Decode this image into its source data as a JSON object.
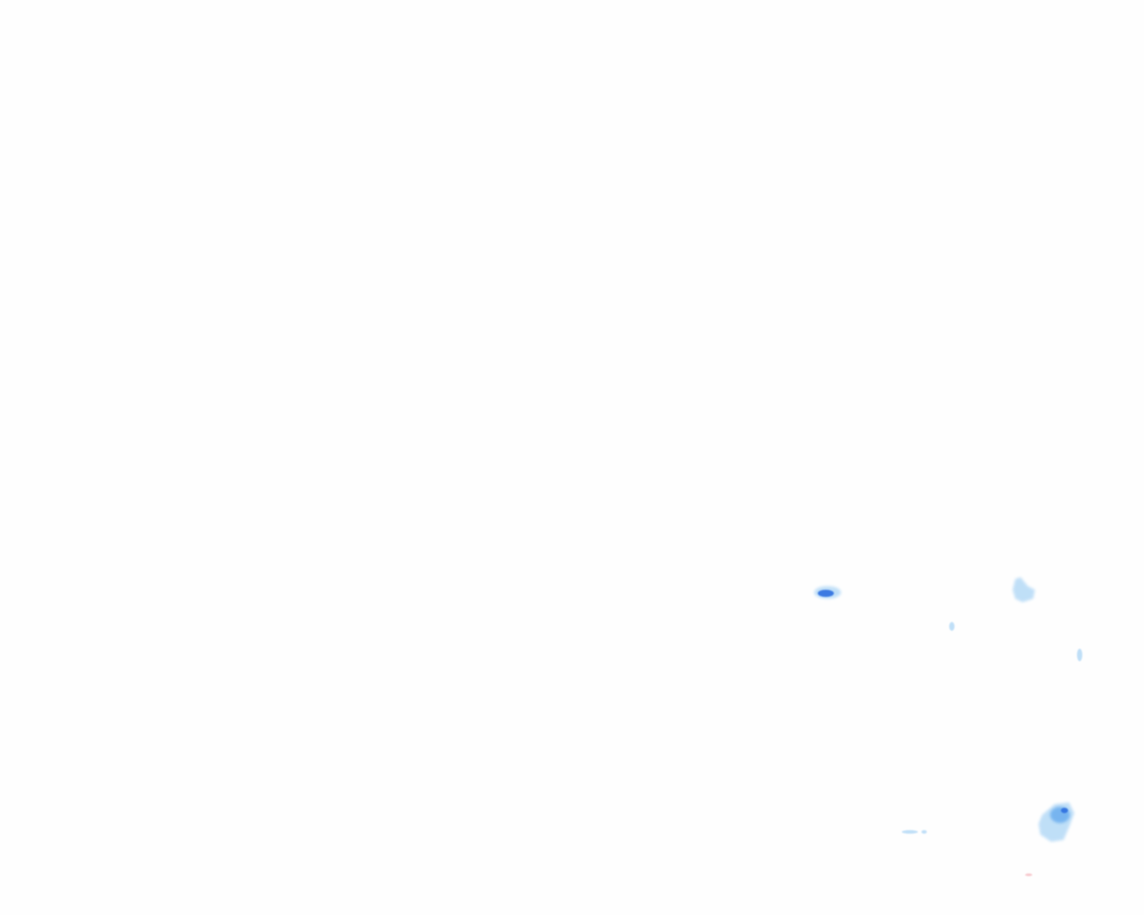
{
  "map": {
    "layer": "precipitation-radar",
    "background_color": "#ffffff",
    "palette": {
      "light": "#b9dcf7",
      "medium": "#6fb0ef",
      "heavy": "#2f6fe0",
      "trace": "#f4b0b8"
    },
    "echo_cells": [
      {
        "id": "cell-1",
        "intensity": "heavy"
      },
      {
        "id": "cell-2",
        "intensity": "light"
      },
      {
        "id": "cell-3",
        "intensity": "light"
      },
      {
        "id": "cell-4",
        "intensity": "light"
      },
      {
        "id": "cell-5",
        "intensity": "medium"
      },
      {
        "id": "cell-6",
        "intensity": "light"
      },
      {
        "id": "cell-7",
        "intensity": "trace"
      }
    ]
  }
}
